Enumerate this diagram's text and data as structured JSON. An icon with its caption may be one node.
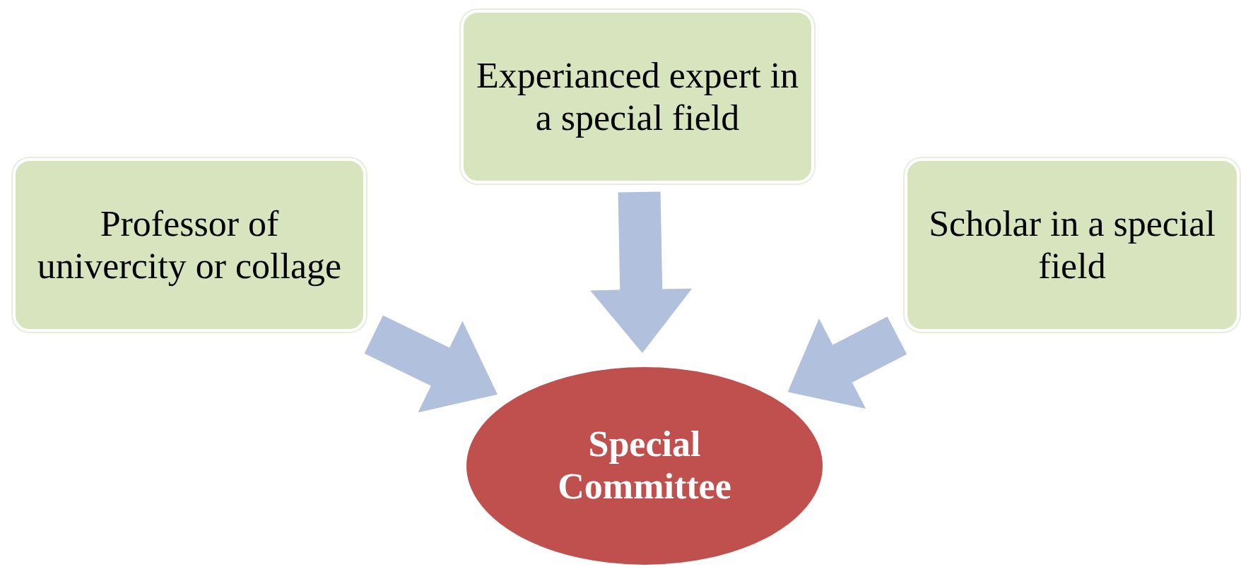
{
  "diagram": {
    "nodes": [
      {
        "text": [
          "Professor of univercity or collage"
        ]
      },
      {
        "text": [
          "Experianced expert in a special field"
        ]
      },
      {
        "text": [
          "Scholar in a special field"
        ]
      },
      {
        "text": [
          "Special Committee"
        ]
      }
    ],
    "edges": [
      {
        "from": 0,
        "to": 3,
        "arrow": "to",
        "style": "thick"
      },
      {
        "from": 1,
        "to": 3,
        "arrow": "to",
        "style": "thick"
      },
      {
        "from": 2,
        "to": 3,
        "arrow": "to",
        "style": "thick"
      }
    ]
  }
}
